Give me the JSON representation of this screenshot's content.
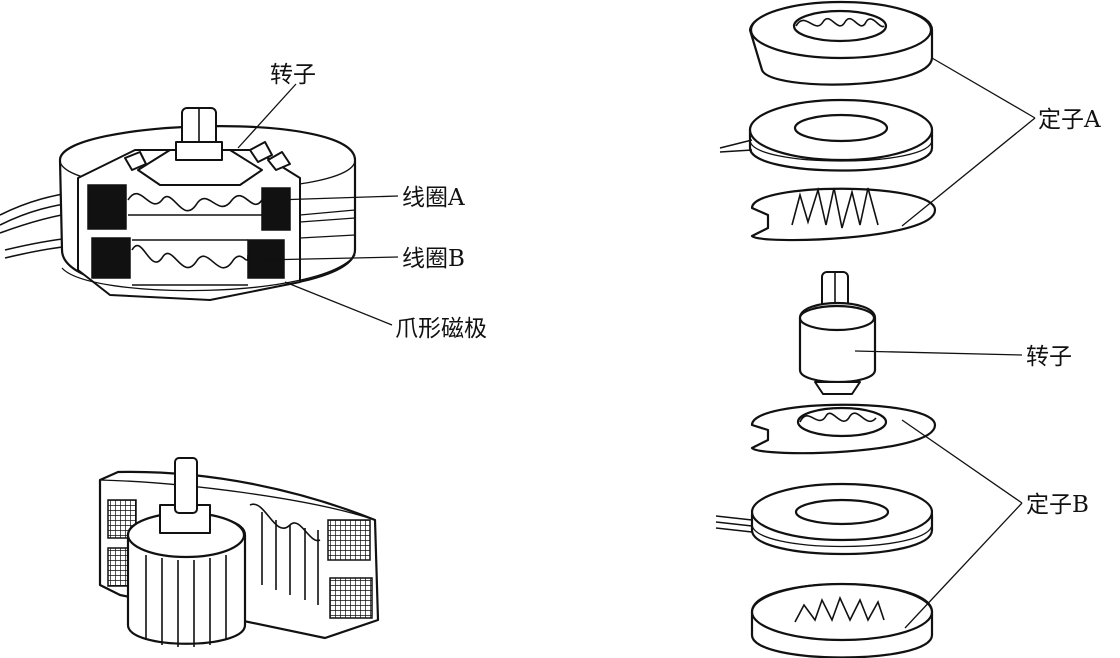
{
  "labels": {
    "rotor_top": "转子",
    "coil_a": "线圈A",
    "coil_b": "线圈B",
    "claw_pole": "爪形磁极",
    "stator_a": "定子A",
    "rotor_right": "转子",
    "stator_b": "定子B"
  }
}
